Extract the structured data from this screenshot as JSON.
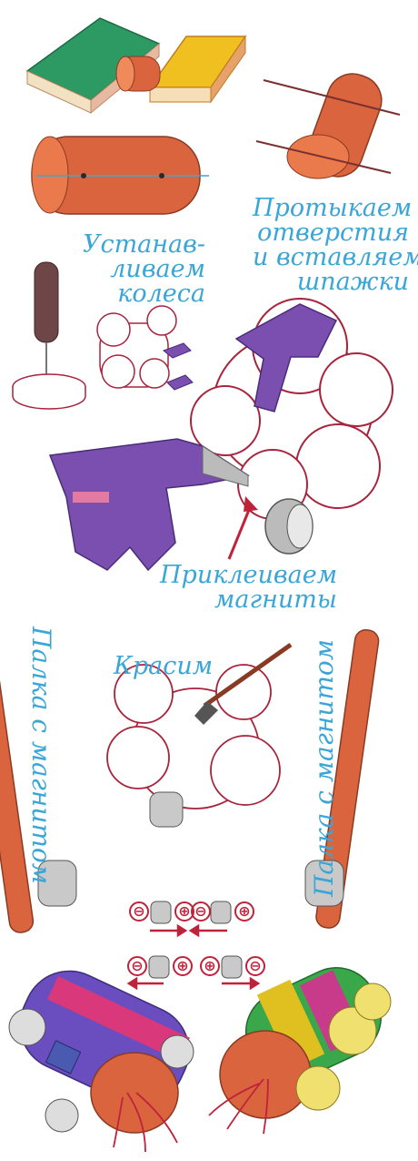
{
  "captions": {
    "pierce": [
      "Протыкаем",
      "отверстия",
      "и вставляем",
      "шпажки"
    ],
    "wheels": [
      "Устанав-",
      "ливаем",
      "колеса"
    ],
    "magnets": [
      "Приклеиваем",
      "магниты"
    ],
    "paint": "Красим",
    "stick_left": "Палка с магнитом",
    "stick_right": "Палка с магнитом"
  },
  "poles": {
    "minus": "⊖",
    "plus": "⊕"
  },
  "colors": {
    "caption": "#3aa6d8",
    "wood": "#d9643d",
    "book_green": "#2e9a63",
    "book_yellow": "#f0c020",
    "glue_gun": "#7a4fb0",
    "outline": "#a8233c",
    "arrow": "#c0223a"
  },
  "icons": [
    "book-icon",
    "wooden-roll-icon",
    "skewer-icon",
    "awl-icon",
    "bottle-cap-wheel-icon",
    "glue-gun-icon",
    "magnet-icon",
    "paintbrush-icon",
    "stick-with-magnet-icon",
    "arrow-icon"
  ]
}
